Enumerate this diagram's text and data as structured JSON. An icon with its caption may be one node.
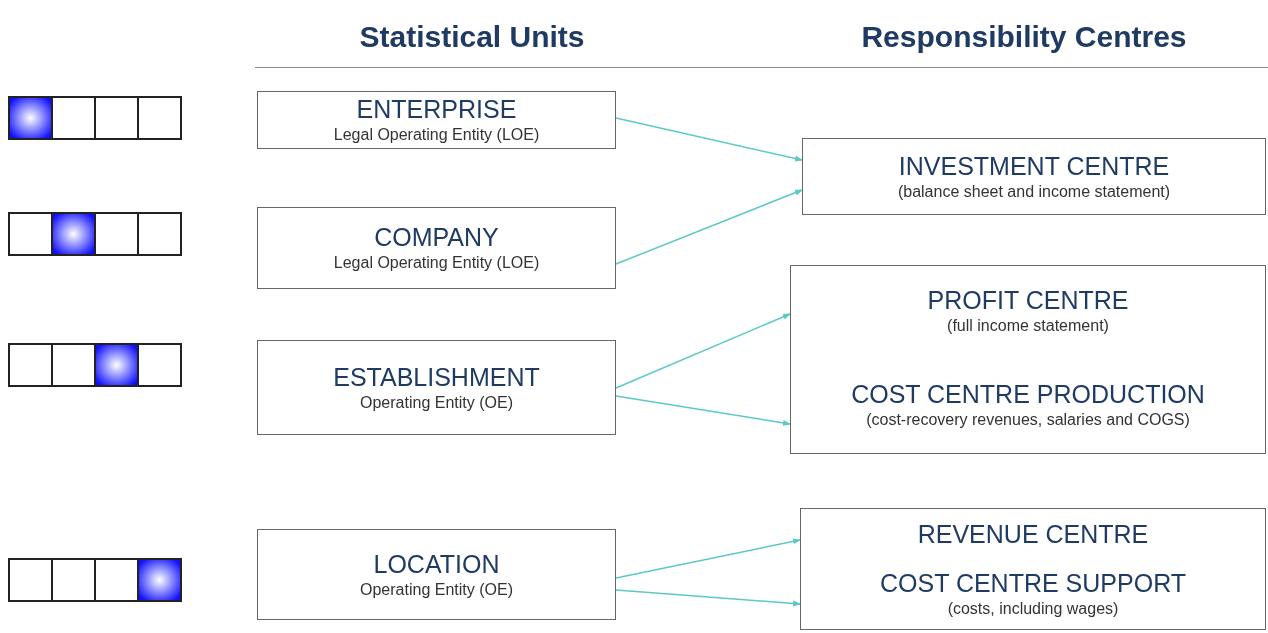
{
  "diagram": {
    "nodes": [
      {
        "text": [
          "ENTERPRISE",
          "Legal Operating Entity (LOE)"
        ]
      },
      {
        "text": [
          "COMPANY",
          "Legal Operating Entity (LOE)"
        ]
      },
      {
        "text": [
          "ESTABLISHMENT",
          "Operating Entity (OE)"
        ]
      },
      {
        "text": [
          "LOCATION",
          "Operating Entity (OE)"
        ]
      },
      {
        "text": [
          "INVESTMENT CENTRE",
          "(balance sheet and income statement)"
        ]
      },
      {
        "text": [
          "PROFIT CENTRE",
          "(full income statement)"
        ]
      },
      {
        "text": [
          "COST CENTRE PRODUCTION",
          "(cost-recovery revenues, salaries and COGS)"
        ]
      },
      {
        "text": [
          "REVENUE CENTRE"
        ]
      },
      {
        "text": [
          "COST CENTRE SUPPORT",
          "(costs, including wages)"
        ]
      }
    ],
    "edges": [
      {
        "from": 0,
        "to": 4,
        "arrow": "to"
      },
      {
        "from": 1,
        "to": 4,
        "arrow": "to"
      },
      {
        "from": 2,
        "to": 5,
        "arrow": "to"
      },
      {
        "from": 2,
        "to": 6,
        "arrow": "to"
      },
      {
        "from": 3,
        "to": 7,
        "arrow": "to"
      },
      {
        "from": 3,
        "to": 8,
        "arrow": "to"
      }
    ],
    "labels": [
      "Statistical Units",
      "Responsibility Centres"
    ]
  }
}
